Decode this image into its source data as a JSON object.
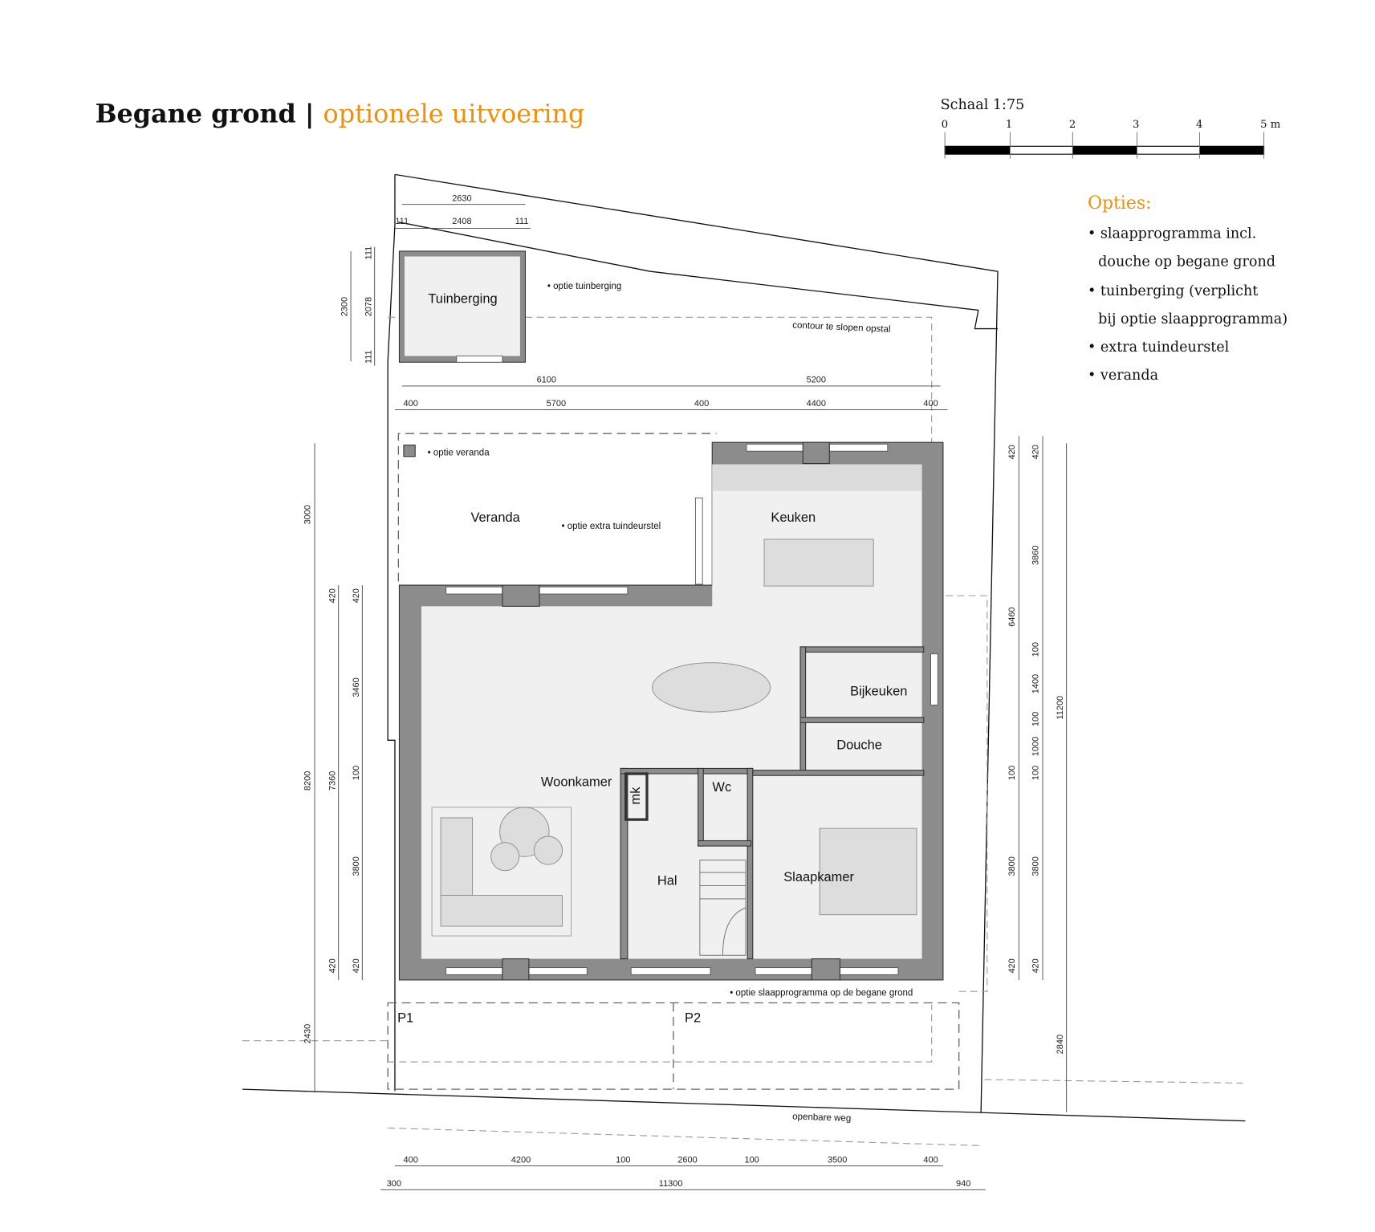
{
  "title": {
    "main": "Begane grond",
    "separator": "|",
    "sub": "optionele uitvoering"
  },
  "colors": {
    "accent": "#f0900a",
    "wall": "#8c8c8c",
    "floor": "#f0f0f0"
  },
  "scale": {
    "label": "Schaal 1:75",
    "ticks": [
      "0",
      "1",
      "2",
      "3",
      "4",
      "5 m"
    ]
  },
  "options": {
    "heading": "Opties:",
    "lines": [
      "• slaapprogramma incl.",
      "douche op begane grond",
      "• tuinberging (verplicht",
      "bij optie slaapprogramma)",
      "• extra tuindeurstel",
      "• veranda"
    ]
  },
  "rooms": {
    "tuinberging": "Tuinberging",
    "veranda": "Veranda",
    "keuken": "Keuken",
    "bijkeuken": "Bijkeuken",
    "douche": "Douche",
    "woonkamer": "Woonkamer",
    "wc": "Wc",
    "mk": "mk",
    "hal": "Hal",
    "slaapkamer": "Slaapkamer",
    "p1": "P1",
    "p2": "P2"
  },
  "labels": {
    "contour": "contour te slopen opstal",
    "road": "openbare weg"
  },
  "notes": {
    "tuinberging": "• optie tuinberging",
    "veranda": "• optie veranda",
    "tuindeur": "• optie extra tuindeurstel",
    "slaap": "• optie slaapprogramma op de begane grond"
  },
  "dimensions": {
    "top": [
      "2630",
      "111",
      "2408",
      "111",
      "6100",
      "5200",
      "400",
      "5700",
      "400",
      "4400",
      "400"
    ],
    "left": [
      "2300",
      "2078",
      "111",
      "111",
      "3000",
      "8200",
      "2430",
      "420",
      "7360",
      "420",
      "420",
      "3460",
      "100",
      "3800",
      "420"
    ],
    "right": [
      "420",
      "6460",
      "100",
      "3800",
      "420",
      "420",
      "3860",
      "100",
      "1400",
      "100",
      "1000",
      "100",
      "3800",
      "420",
      "11200",
      "2840"
    ],
    "bottom": [
      "400",
      "4200",
      "100",
      "2600",
      "100",
      "3500",
      "400",
      "300",
      "11300",
      "940"
    ]
  }
}
